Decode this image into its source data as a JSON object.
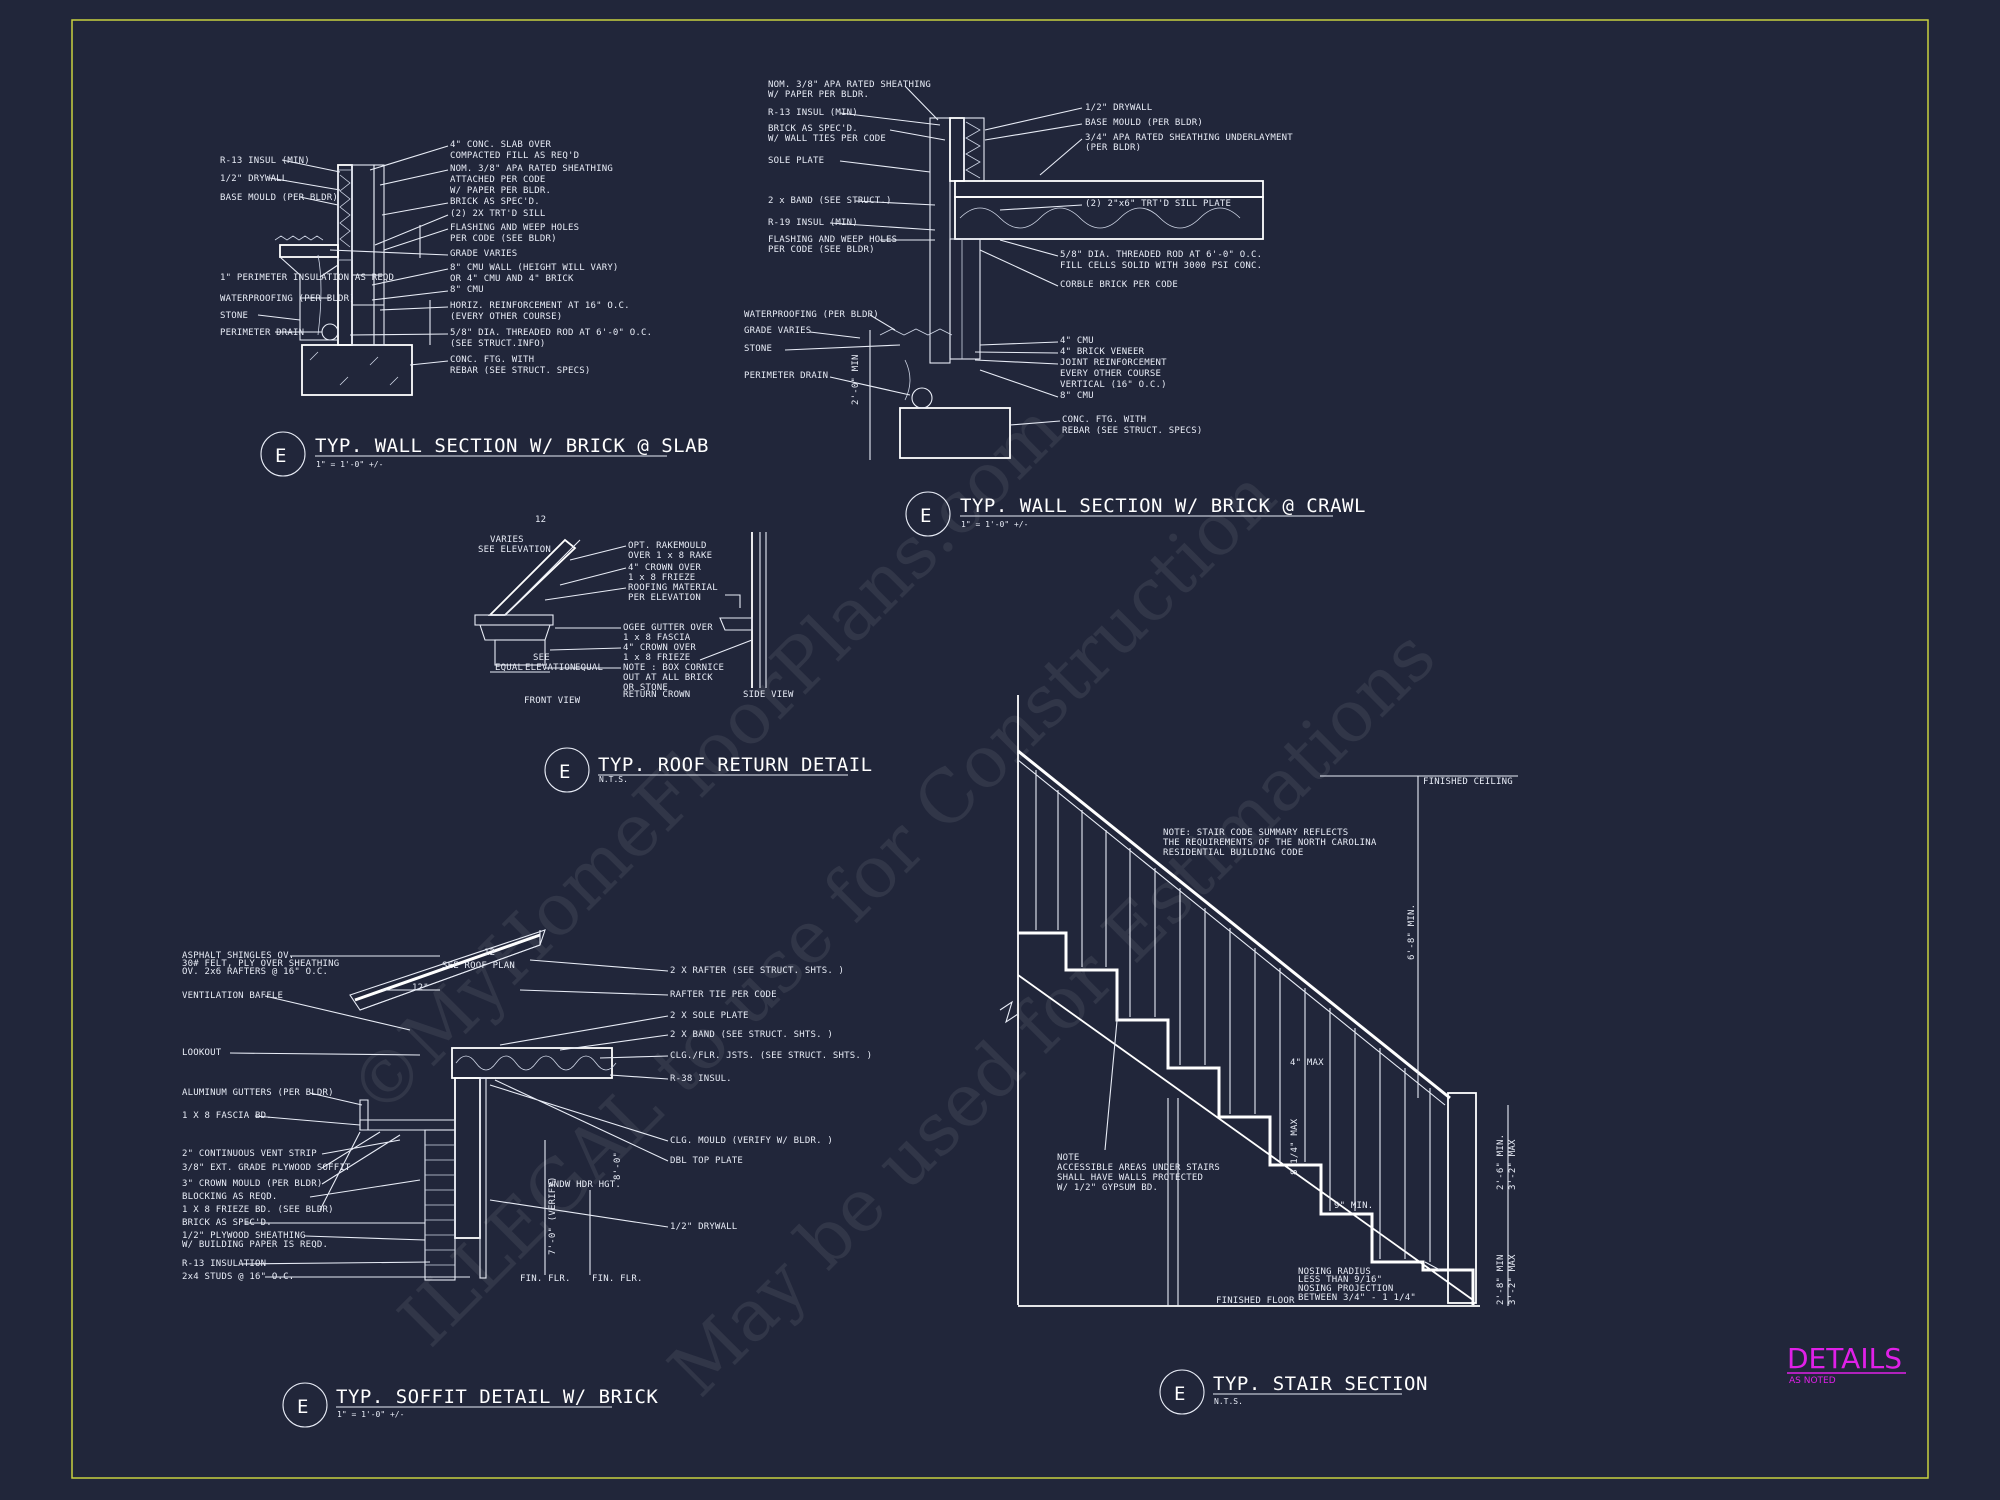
{
  "colors": {
    "background": "#21263a",
    "border": "#c8d040",
    "linework": "#e8ecf6",
    "sheet_title": "#e020e8"
  },
  "sheet": {
    "name": "DETAILS",
    "scale": "AS NOTED"
  },
  "watermark": {
    "line1": "ILLEGAL to use for Construction",
    "line2": "May be used for Estimations",
    "line3": "©MyHomeFloorPlans.com"
  },
  "details": {
    "slab": {
      "marker": "E",
      "title": "TYP. WALL SECTION W/ BRICK @ SLAB",
      "scale": "1\" = 1'-0\" +/-",
      "left_notes": [
        "R-13 INSUL (MIN)",
        "1/2\" DRYWALL",
        "BASE MOULD (PER BLDR)",
        "1\" PERIMETER INSULATION AS REQD",
        "WATERPROOFING (PER BLDR)",
        "STONE",
        "PERIMETER DRAIN"
      ],
      "right_notes": [
        "4\" CONC. SLAB OVER",
        "COMPACTED FILL AS REQ'D",
        "NOM. 3/8\" APA RATED SHEATHING",
        "ATTACHED PER CODE",
        "W/ PAPER PER BLDR.",
        "BRICK AS SPEC'D.",
        "(2) 2X TRT'D SILL",
        "FLASHING AND WEEP HOLES",
        "PER CODE (SEE BLDR)",
        "GRADE VARIES",
        "8\" CMU WALL (HEIGHT WILL VARY)",
        "OR 4\" CMU AND 4\" BRICK",
        "8\" CMU",
        "HORIZ. REINFORCEMENT AT 16\" O.C.",
        "(EVERY OTHER COURSE)",
        "5/8\" DIA. THREADED ROD AT 6'-0\" O.C.",
        "(SEE STRUCT.INFO)",
        "CONC. FTG. WITH",
        "REBAR (SEE STRUCT. SPECS)"
      ]
    },
    "crawl": {
      "marker": "E",
      "title": "TYP. WALL SECTION W/ BRICK  @ CRAWL",
      "scale": "1\" = 1'-0\" +/-",
      "left_notes": [
        "NOM. 3/8\" APA RATED SHEATHING",
        "W/ PAPER PER BLDR.",
        "R-13 INSUL (MIN)",
        "BRICK AS SPEC'D.",
        "W/ WALL TIES PER CODE",
        "SOLE PLATE",
        "2 x BAND (SEE STRUCT.)",
        "R-19 INSUL (MIN)",
        "FLASHING AND WEEP HOLES",
        "PER CODE (SEE BLDR)",
        "WATERPROOFING (PER BLDR)",
        "GRADE VARIES",
        "STONE",
        "PERIMETER DRAIN"
      ],
      "right_notes": [
        "1/2\" DRYWALL",
        "BASE MOULD (PER BLDR)",
        "3/4\" APA RATED SHEATHING UNDERLAYMENT",
        "(PER BLDR)",
        "(2) 2\"x6\" TRT'D SILL PLATE",
        "5/8\" DIA. THREADED ROD AT 6'-0\" O.C.",
        "FILL CELLS SOLID WITH 3000 PSI CONC.",
        "CORBLE BRICK PER CODE",
        "4\" CMU",
        "4\" BRICK VENEER",
        "JOINT REINFORCEMENT",
        "EVERY OTHER COURSE",
        "VERTICAL (16\" O.C.)",
        "8\" CMU",
        "CONC. FTG. WITH",
        "REBAR (SEE STRUCT. SPECS)"
      ],
      "dim": "2'-0\" MIN"
    },
    "roof": {
      "marker": "E",
      "title": "TYP. ROOF RETURN DETAIL",
      "scale": "N.T.S.",
      "notes": [
        "VARIES",
        "SEE ELEVATION",
        "OPT. RAKEMOULD",
        "OVER 1 x 8 RAKE",
        "4\" CROWN OVER",
        "1 x 8 FRIEZE",
        "ROOFING MATERIAL",
        "PER ELEVATION",
        "OGEE GUTTER OVER",
        "1 x 8 FASCIA",
        "4\" CROWN OVER",
        "1 x 8 FRIEZE",
        "NOTE : BOX CORNICE",
        "OUT AT ALL BRICK",
        "OR STONE",
        "RETURN CROWN",
        "EQUAL",
        "SEE",
        "ELEVATION",
        "EQUAL",
        "FRONT VIEW",
        "SIDE VIEW",
        "12"
      ]
    },
    "soffit": {
      "marker": "E",
      "title": "TYP. SOFFIT DETAIL W/ BRICK",
      "scale": "1\" = 1'-0\" +/-",
      "left_notes": [
        "ASPHALT SHINGLES OV.",
        "30# FELT, PLY OVER SHEATHING",
        "OV. 2x6 RAFTERS @ 16\" O.C.",
        "VENTILATION BAFFLE",
        "LOOKOUT",
        "ALUMINUM GUTTERS (PER BLDR)",
        "1 X 8 FASCIA BD.",
        "2\" CONTINUOUS VENT STRIP",
        "3/8\" EXT. GRADE PLYWOOD SOFFIT",
        "3\" CROWN MOULD (PER BLDR)",
        "BLOCKING AS REQD.",
        "1 X 8 FRIEZE BD. (SEE BLDR)",
        "BRICK AS SPEC'D.",
        "1/2\" PLYWOOD SHEATHING",
        "W/ BUILDING PAPER IS REQD.",
        "R-13 INSULATION",
        "2x4 STUDS @ 16\" O.C."
      ],
      "right_notes": [
        "SEE ROOF PLAN",
        "2 X RAFTER (SEE STRUCT. SHTS. )",
        "RAFTER TIE PER CODE",
        "2 X SOLE PLATE",
        "2 X BAND (SEE STRUCT. SHTS. )",
        "CLG./FLR. JSTS. (SEE STRUCT. SHTS. )",
        "R-38 INSUL.",
        "CLG. MOULD (VERIFY W/ BLDR. )",
        "DBL TOP PLATE",
        "1/2\" DRYWALL",
        "WNDW HDR HGT.",
        "FIN. FLR.",
        "FIN. FLR."
      ],
      "dims": [
        "12\"",
        "12",
        "8'-0\"",
        "7'-0\" (VERIFY)"
      ]
    },
    "stair": {
      "marker": "E",
      "title": "TYP. STAIR SECTION",
      "scale": "N.T.S.",
      "notes": [
        "FINISHED CEILING",
        "NOTE: STAIR CODE SUMMARY REFLECTS",
        "THE REQUIREMENTS OF THE NORTH CAROLINA",
        "RESIDENTIAL BUILDING CODE",
        "6'-8\" MIN.",
        "4\" MAX",
        "8 1/4\" MAX",
        "9\" MIN.",
        "NOTE",
        "ACCESSIBLE AREAS UNDER STAIRS",
        "SHALL HAVE WALLS PROTECTED",
        "W/ 1/2\" GYPSUM BD.",
        "NOSING RADIUS",
        "LESS THAN 9/16\"",
        "NOSING PROJECTION",
        "BETWEEN 3/4\" - 1 1/4\"",
        "FINISHED FLOOR",
        "2'-6\" MIN.",
        "3'-2\" MAX",
        "2'-8\" MIN",
        "3'-2\" MAX"
      ]
    }
  }
}
